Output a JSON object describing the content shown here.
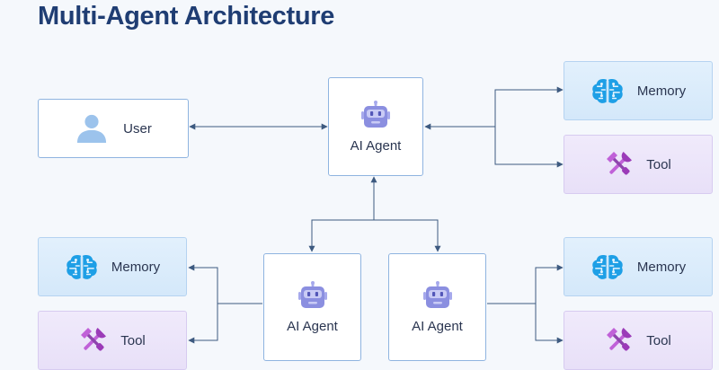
{
  "title": "Multi-Agent Architecture",
  "nodes": {
    "user": {
      "label": "User",
      "icon": "user-icon"
    },
    "agent_top": {
      "label": "AI Agent",
      "icon": "robot-icon"
    },
    "agent_left": {
      "label": "AI Agent",
      "icon": "robot-icon"
    },
    "agent_right": {
      "label": "AI Agent",
      "icon": "robot-icon"
    },
    "memory_top": {
      "label": "Memory",
      "icon": "brain-icon"
    },
    "tool_top": {
      "label": "Tool",
      "icon": "tools-icon"
    },
    "memory_left": {
      "label": "Memory",
      "icon": "brain-icon"
    },
    "tool_left": {
      "label": "Tool",
      "icon": "tools-icon"
    },
    "memory_right": {
      "label": "Memory",
      "icon": "brain-icon"
    },
    "tool_right": {
      "label": "Tool",
      "icon": "tools-icon"
    }
  },
  "colors": {
    "title": "#1f3d73",
    "connector": "#3d5a80",
    "box_border": "#8fb4e0",
    "memory_fill": "#dcecfb",
    "tool_fill": "#ede6fa",
    "robot": "#8b8fe0",
    "brain": "#1e9fe6",
    "tools": "#b04cc9"
  }
}
